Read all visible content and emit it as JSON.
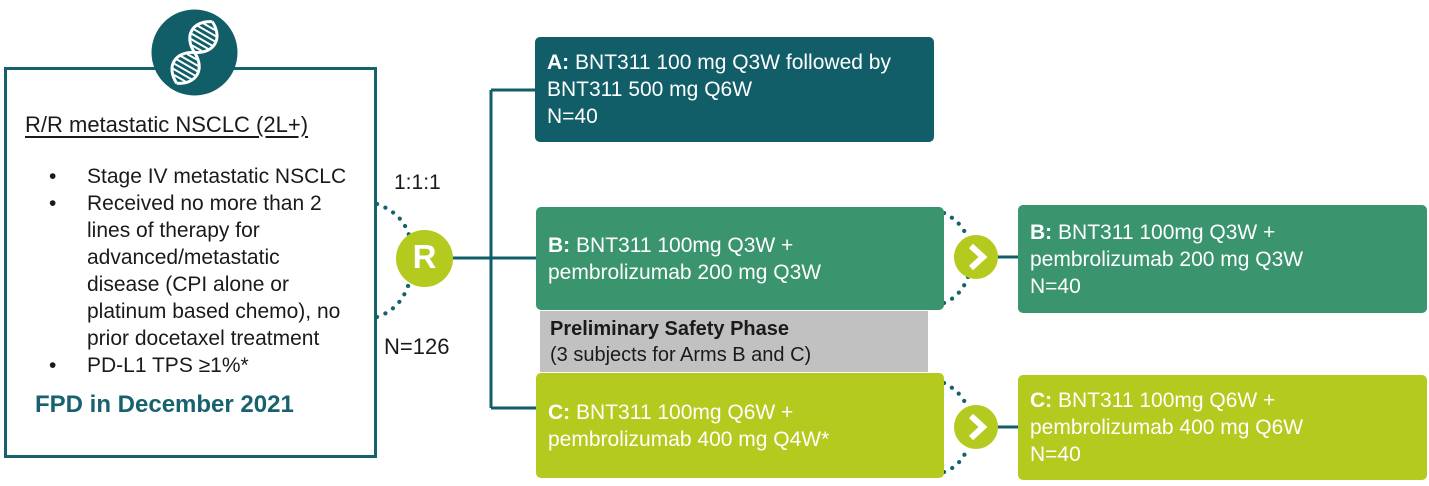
{
  "palette": {
    "teal_dark": "#115E69",
    "green": "#3A946E",
    "lime": "#B4CA1E",
    "gray": "#C1C1C1",
    "border_teal": "#15616C",
    "footer_teal": "#17626E",
    "white": "#FFFFFF",
    "text_dark": "#1A1A1A"
  },
  "icons": {
    "eligibility_badge": "dna-icon",
    "expansion_node": "chevron-right-icon"
  },
  "eligibility": {
    "title": "R/R metastatic NSCLC (2L+)",
    "bullets": [
      "Stage IV metastatic NSCLC",
      "Received no more than 2 lines of therapy for advanced/metastatic disease (CPI alone or platinum based chemo), no prior docetaxel treatment",
      "PD-L1 TPS ≥1%*"
    ],
    "footer": "FPD in December 2021"
  },
  "randomization": {
    "ratio": "1:1:1",
    "symbol": "R",
    "n": "N=126"
  },
  "arms": [
    {
      "prefix": "A:",
      "text": "BNT311 100 mg Q3W followed by BNT311 500 mg Q6W",
      "n": "N=40"
    },
    {
      "prefix": "B:",
      "text": "BNT311 100mg Q3W + pembrolizumab 200 mg Q3W"
    },
    {
      "prefix": "C:",
      "text": "BNT311 100mg Q6W + pembrolizumab 400 mg Q4W*"
    }
  ],
  "safety_phase": {
    "title": "Preliminary Safety Phase",
    "subtitle": "(3 subjects for Arms B and C)"
  },
  "expansion": [
    {
      "prefix": "B:",
      "text": "BNT311 100mg Q3W + pembrolizumab 200 mg Q3W",
      "n": "N=40"
    },
    {
      "prefix": "C:",
      "text": "BNT311 100mg Q6W + pembrolizumab 400 mg Q6W",
      "n": "N=40"
    }
  ]
}
